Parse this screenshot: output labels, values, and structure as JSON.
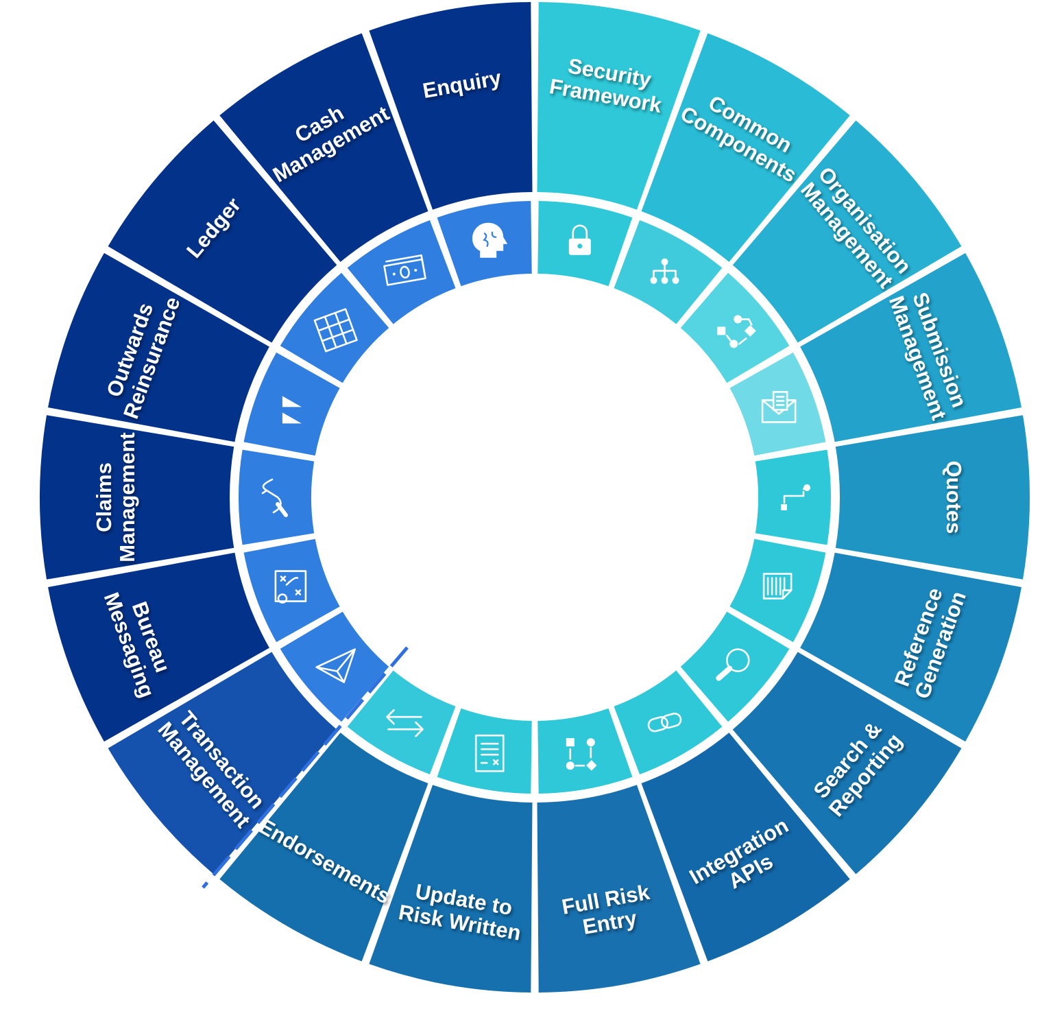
{
  "modules": [
    {
      "lines": [
        "Security",
        "Framework"
      ],
      "icon": "lock-icon",
      "outer": "#2ec8d8",
      "inner": "#2ec8d8"
    },
    {
      "lines": [
        "Common",
        "Components"
      ],
      "icon": "hierarchy-icon",
      "outer": "#2abcd6",
      "inner": "#40cbdc"
    },
    {
      "lines": [
        "Organisation",
        "Management"
      ],
      "icon": "workflow-icon",
      "outer": "#27b0d2",
      "inner": "#55d4e2"
    },
    {
      "lines": [
        "Submission",
        "Management"
      ],
      "icon": "mail-document-icon",
      "outer": "#23a2cb",
      "inner": "#70dae6"
    },
    {
      "lines": [
        "Quotes"
      ],
      "icon": "process-path-icon",
      "outer": "#1f95c4",
      "inner": "#2ec8d8"
    },
    {
      "lines": [
        "Reference",
        "Generation"
      ],
      "icon": "document-icon",
      "outer": "#1b86bc",
      "inner": "#2ec8d8"
    },
    {
      "lines": [
        "Search &",
        "Reporting"
      ],
      "icon": "search-icon",
      "outer": "#1776b2",
      "inner": "#2ec8d8"
    },
    {
      "lines": [
        "Integration",
        "APIs"
      ],
      "icon": "link-icon",
      "outer": "#1368aa",
      "inner": "#2ec8d8"
    },
    {
      "lines": [
        "Full Risk",
        "Entry"
      ],
      "icon": "flow-chart-icon",
      "outer": "#1970ae",
      "inner": "#2ec8d8"
    },
    {
      "lines": [
        "Update to",
        "Risk Written"
      ],
      "icon": "form-icon",
      "outer": "#1570ad",
      "inner": "#2ec8d8"
    },
    {
      "lines": [
        "Endorsements"
      ],
      "icon": "swap-arrows-icon",
      "outer": "#146fac",
      "inner": "#35c8da"
    },
    {
      "lines": [
        "Transaction",
        "Management"
      ],
      "icon": "paper-plane-icon",
      "outer": "#1452ad",
      "inner": "#2f7ee0"
    },
    {
      "lines": [
        "Bureau",
        "Messaging"
      ],
      "icon": "strategy-board-icon",
      "outer": "#03328a",
      "inner": "#2f7ee0"
    },
    {
      "lines": [
        "Claims",
        "Management"
      ],
      "icon": "hand-icon",
      "outer": "#03328a",
      "inner": "#2f7ee0"
    },
    {
      "lines": [
        "Outwards",
        "Reinsurance"
      ],
      "icon": "forward-icon",
      "outer": "#03328a",
      "inner": "#2f7ee0"
    },
    {
      "lines": [
        "Ledger"
      ],
      "icon": "grid-icon",
      "outer": "#03328a",
      "inner": "#2f7ee0"
    },
    {
      "lines": [
        "Cash",
        "Management"
      ],
      "icon": "banknote-icon",
      "outer": "#03328a",
      "inner": "#2f7ee0"
    },
    {
      "lines": [
        "Enquiry"
      ],
      "icon": "brain-head-icon",
      "outer": "#03328a",
      "inner": "#2f7ee0"
    }
  ]
}
